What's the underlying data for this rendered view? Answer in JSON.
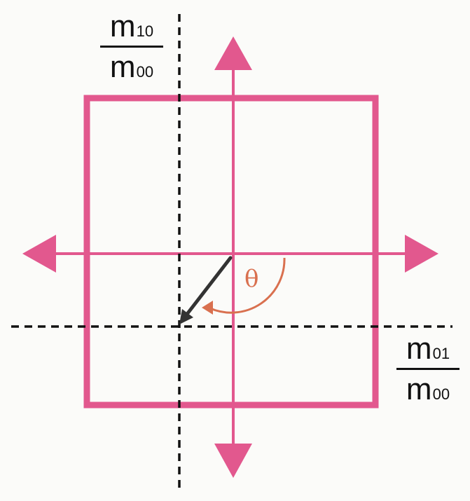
{
  "colors": {
    "frame": "#e2588e",
    "axes": "#e2588e",
    "centroid_axes": "#111111",
    "vector": "#333333",
    "angle_arc": "#d9704f",
    "text": "#111111"
  },
  "labels": {
    "top_fraction": {
      "numerator_symbol": "m",
      "numerator_subscript": "10",
      "denominator_symbol": "m",
      "denominator_subscript": "00"
    },
    "right_fraction": {
      "numerator_symbol": "m",
      "numerator_subscript": "01",
      "denominator_symbol": "m",
      "denominator_subscript": "00"
    },
    "angle": "θ"
  },
  "icons": {
    "arrow_up": "triangle-up-icon",
    "arrow_down": "triangle-down-icon",
    "arrow_left": "triangle-left-icon",
    "arrow_right": "triangle-right-icon"
  }
}
